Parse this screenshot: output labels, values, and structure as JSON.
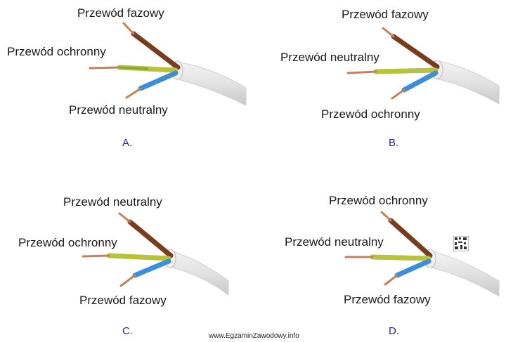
{
  "options": [
    {
      "letter": "A.",
      "labels": {
        "top": "Przewód fazowy",
        "middle": "Przewód ochronny",
        "bottom": "Przewód neutralny"
      }
    },
    {
      "letter": "B.",
      "labels": {
        "top": "Przewód fazowy",
        "middle": "Przewód neutralny",
        "bottom": "Przewód ochronny"
      }
    },
    {
      "letter": "C.",
      "labels": {
        "top": "Przewód neutralny",
        "middle": "Przewód ochronny",
        "bottom": "Przewód fazowy"
      }
    },
    {
      "letter": "D.",
      "labels": {
        "top": "Przewód ochronny",
        "middle": "Przewód neutralny",
        "bottom": "Przewód fazowy"
      }
    }
  ],
  "footer": "www.EgzaminZawodowy.info",
  "colors": {
    "brown_wire": "#7a3d1c",
    "yellow_green_wire": "#b8c23a",
    "blue_wire": "#3a8fd8",
    "copper": "#c8805a",
    "cable_sheath": "#e8e8e8",
    "letter": "#1f2f8f"
  }
}
